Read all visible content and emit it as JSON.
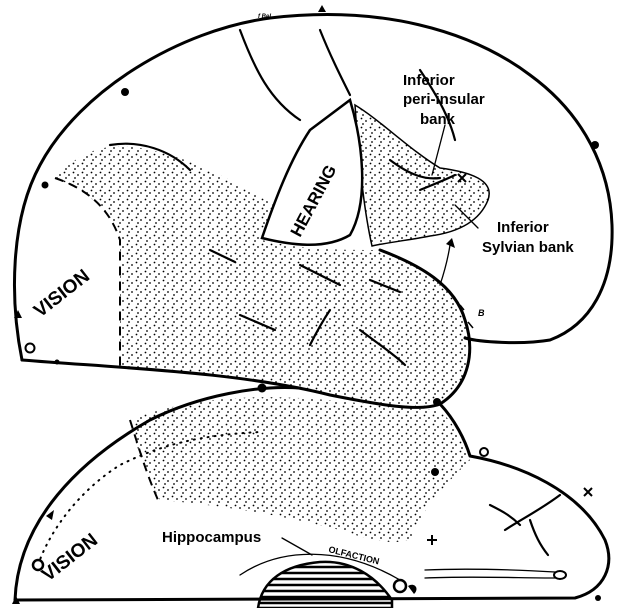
{
  "labels": {
    "hearing": "HEARING",
    "vision_top": "VISION",
    "vision_bottom": "VISION",
    "olfaction": "OLFACTION",
    "hippocampus": "Hippocampus",
    "inferior_peri_insular_1": "Inferior",
    "inferior_peri_insular_2": "peri-insular",
    "inferior_peri_insular_3": "bank",
    "inferior_sylvian_1": "Inferior",
    "inferior_sylvian_2": "Sylvian bank",
    "mark_b": "B",
    "mark_top": "f Bel"
  }
}
